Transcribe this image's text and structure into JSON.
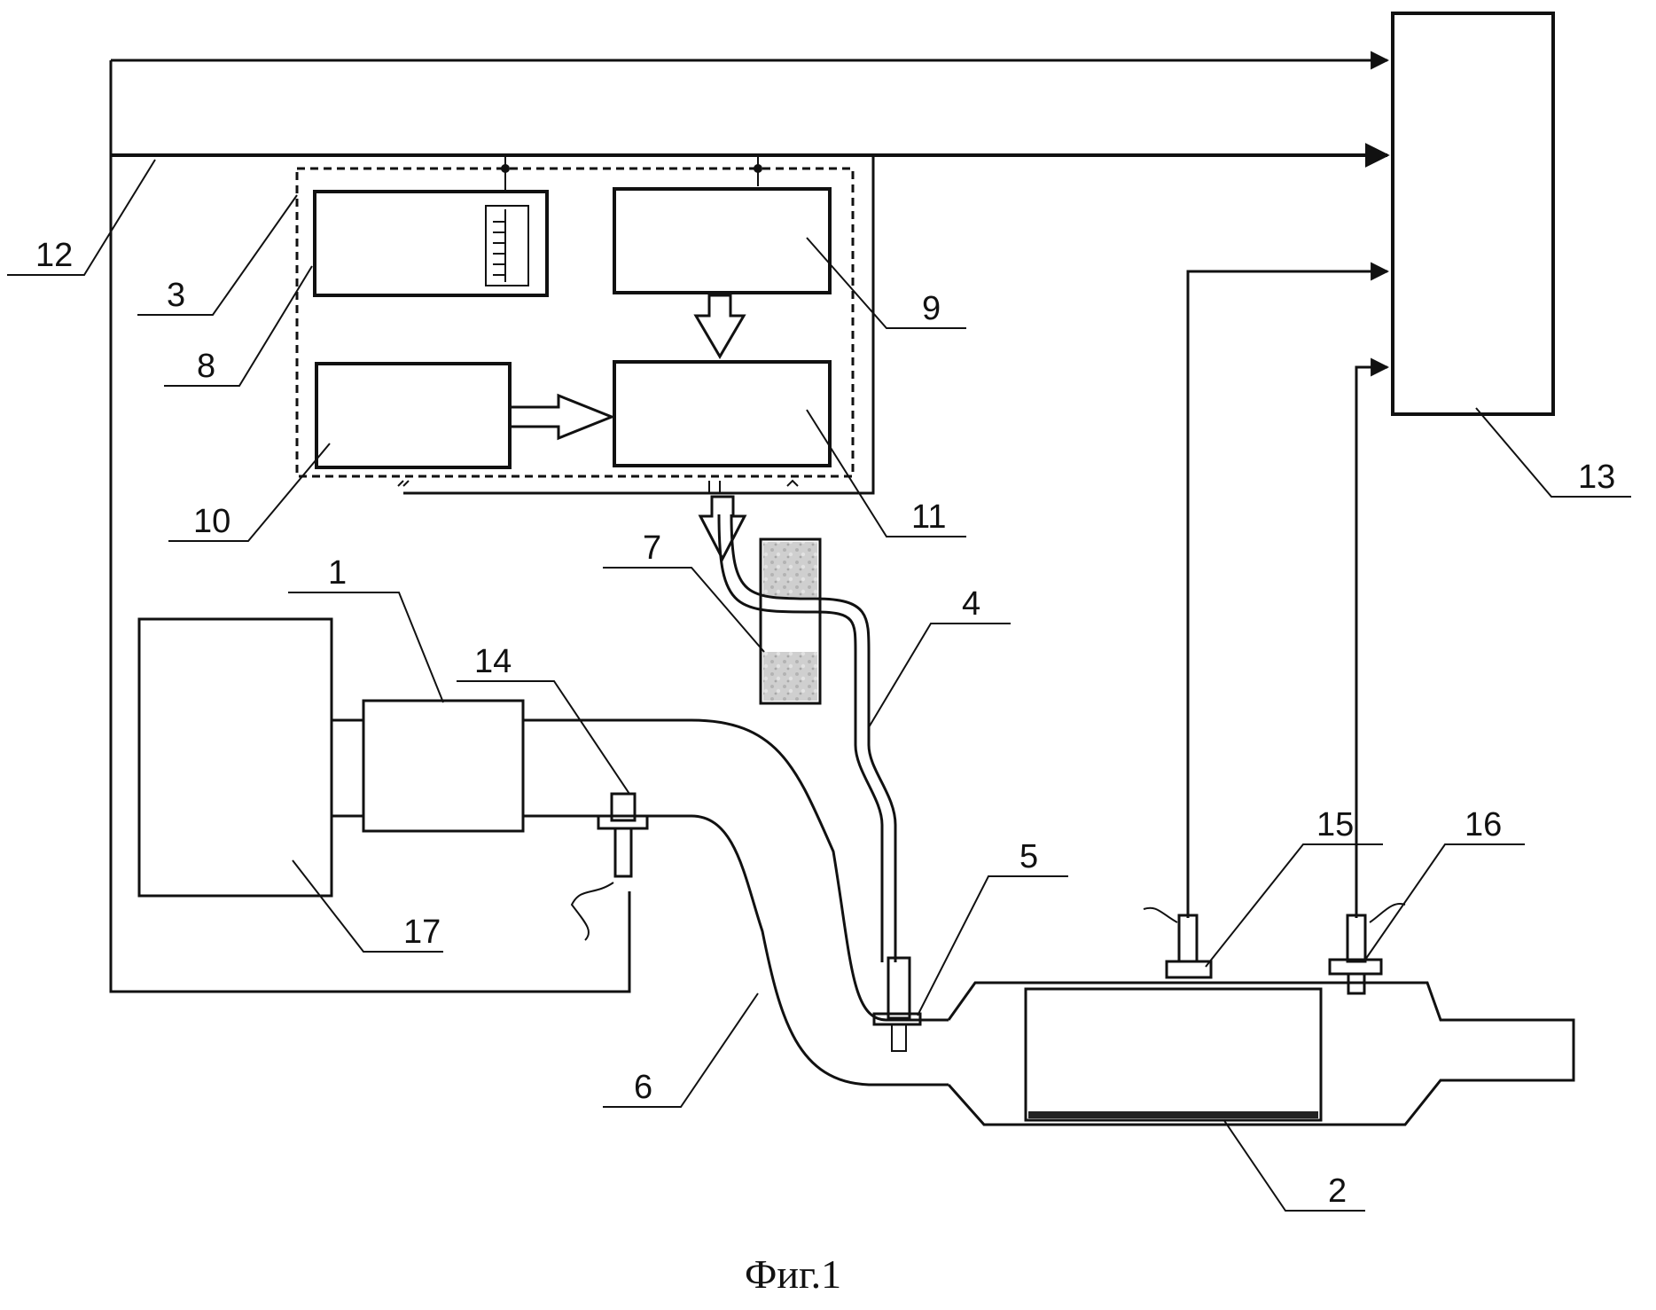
{
  "caption": "Фиг.1",
  "labels": {
    "n1": "1",
    "n2": "2",
    "n3": "3",
    "n4": "4",
    "n5": "5",
    "n6": "6",
    "n7": "7",
    "n8": "8",
    "n9": "9",
    "n10": "10",
    "n11": "11",
    "n12": "12",
    "n13": "13",
    "n14": "14",
    "n15": "15",
    "n16": "16",
    "n17": "17"
  }
}
